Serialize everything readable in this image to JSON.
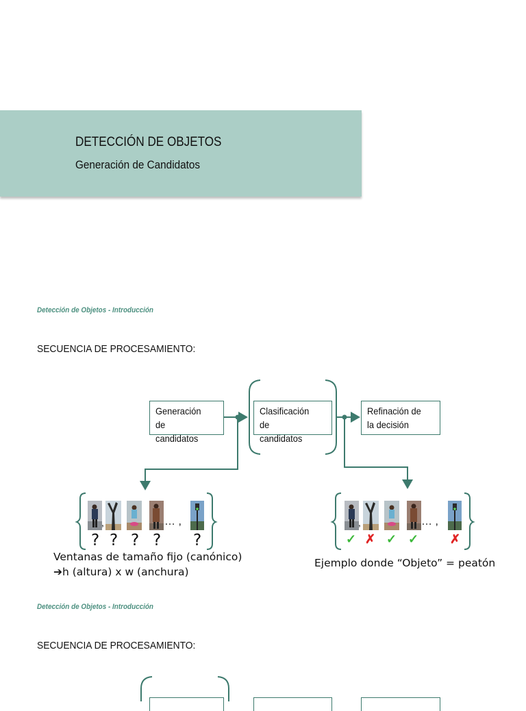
{
  "slide1": {
    "title": "DETECCIÓN DE OBJETOS",
    "subtitle": "Generación de Candidatos"
  },
  "slide2": {
    "header": "Detección de Objetos - Introducción",
    "heading": "SECUENCIA DE PROCESAMIENTO:",
    "boxes": [
      {
        "line1": "Generación de",
        "line2": "candidatos"
      },
      {
        "line1": "Clasificación de",
        "line2": "candidatos"
      },
      {
        "line1": "Refinación de",
        "line2": "la decisión"
      }
    ],
    "left_marks": [
      "?",
      "?",
      "?",
      "?",
      "?"
    ],
    "left_caption_line1": "Ventanas de tamaño fijo (canónico)",
    "left_caption_line2": "h (altura) x w (anchura)",
    "arrow_glyph": "➔",
    "ellipsis": "… ,",
    "right_marks": [
      "✓",
      "✗",
      "✓",
      "✓",
      "✗"
    ],
    "right_caption": "Ejemplo donde “Objeto” = peatón"
  },
  "slide3": {
    "header": "Detección de Objetos - Introducción",
    "heading": "SECUENCIA DE PROCESAMIENTO:"
  },
  "colors": {
    "band": "#abcec6",
    "connector": "#3d7a6d",
    "header": "#4e9181",
    "ok": "#3cb83a",
    "no": "#e02424"
  }
}
